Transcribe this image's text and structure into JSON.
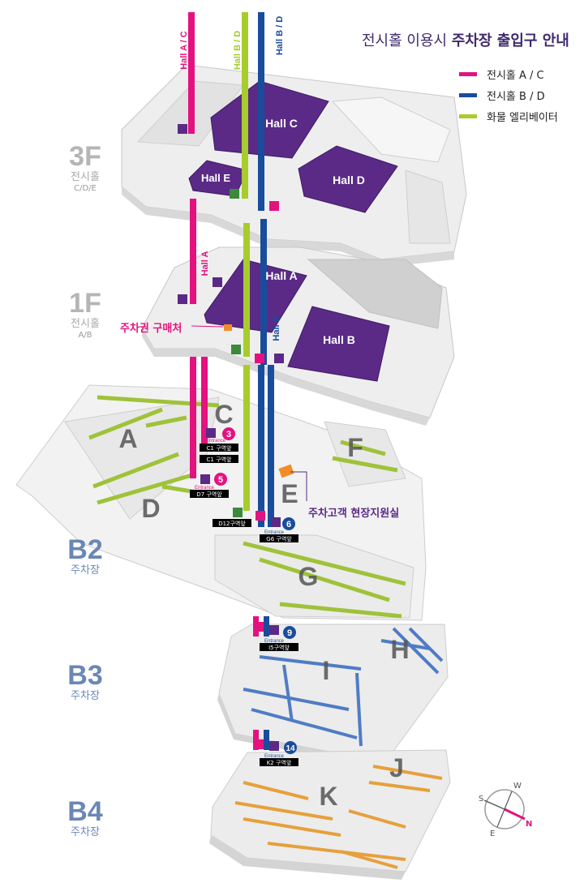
{
  "title": {
    "prefix": "전시홀 이용시 ",
    "bold": "주차장 출입구 안내"
  },
  "legend": [
    {
      "label": "전시홀 A / C",
      "color": "#e3127f"
    },
    {
      "label": "전시홀 B / D",
      "color": "#1a4c9c"
    },
    {
      "label": "화물 엘리베이터",
      "color": "#a8cc2c"
    }
  ],
  "colors": {
    "hall": "#5b2a86",
    "parking_b2": "#9fc23a",
    "parking_b3": "#4f7cc4",
    "parking_b4": "#e6a03c",
    "support": "#f28c28"
  },
  "pillar_labels": {
    "ac": "Hall A / C",
    "bd1": "Hall B / D",
    "bd2": "Hall B / D",
    "a": "Hall A",
    "b": "Hall B"
  },
  "floors": {
    "f3": {
      "name": "3F",
      "sub": "전시홀",
      "sub2": "C/D/E"
    },
    "f1": {
      "name": "1F",
      "sub": "전시홀",
      "sub2": "A/B"
    },
    "b2": {
      "name": "B2",
      "sub": "주차장"
    },
    "b3": {
      "name": "B3",
      "sub": "주차장"
    },
    "b4": {
      "name": "B4",
      "sub": "주차장"
    }
  },
  "halls": {
    "c": "Hall C",
    "d": "Hall D",
    "e": "Hall E",
    "a": "Hall A",
    "b": "Hall B"
  },
  "zones": {
    "a": "A",
    "c": "C",
    "d": "D",
    "e": "E",
    "f": "F",
    "g": "G",
    "h": "H",
    "i": "I",
    "j": "J",
    "k": "K"
  },
  "entrances": [
    {
      "num": "3",
      "tag": "Entrance",
      "area": "C1 구역앞"
    },
    {
      "num": "5",
      "tag": "Entrance",
      "area": "D7 구역앞"
    },
    {
      "num": "6",
      "tag": "Entrance",
      "area": "G6 구역앞"
    },
    {
      "num": "9",
      "tag": "Entrance",
      "area": "I5구역앞"
    },
    {
      "num": "14",
      "tag": "Entrance",
      "area": "K2 구역앞"
    }
  ],
  "extra_area_labels": {
    "c1b": "C1 구역앞",
    "d12": "D12구역앞"
  },
  "callouts": {
    "ticket": "주차권 구매처",
    "support": "주차고객 현장지원실"
  },
  "compass": {
    "w": "W",
    "s": "S",
    "e": "E",
    "n": "N"
  }
}
